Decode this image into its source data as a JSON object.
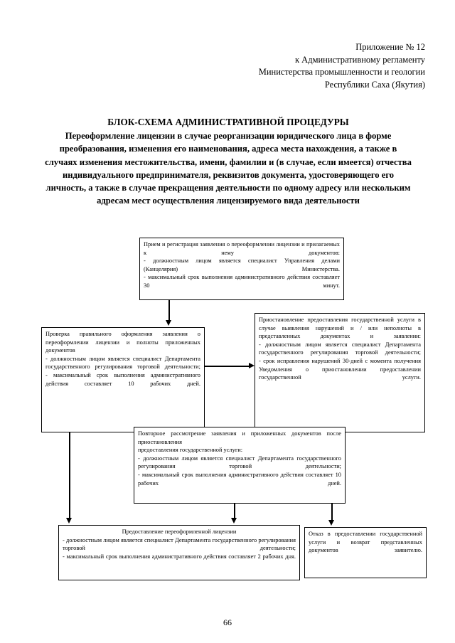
{
  "header": {
    "lines": [
      "Приложение № 12",
      "к Административному регламенту",
      "Министерства промышленности и геологии",
      "Республики Саха (Якутия)"
    ]
  },
  "title": {
    "main": "БЛОК-СХЕМА АДМИНИСТРАТИВНОЙ ПРОЦЕДУРЫ",
    "subtitle": "Переоформление лицензии в случае реорганизации юридического лица в форме преобразования, изменения его наименования, адреса места нахождения, а также в случаях изменения местожительства, имени, фамилии и (в случае, если имеется) отчества индивидуального предпринимателя, реквизитов документа, удостоверяющего его личность, а также в случае прекращения деятельности по одному адресу или нескольким адресам мест осуществления лицензируемого вида деятельности"
  },
  "flowchart": {
    "boxes": {
      "intake": {
        "lines": [
          "Прием и регистрация заявления о переоформлении лицензии и прилагаемых к нему документов:",
          "- должностным лицом является специалист Управления делами (Канцелярия) Министерства.",
          "- максимальный срок выполнения административного действия составляет 30 минут."
        ]
      },
      "check": {
        "lines": [
          "Проверка правильного оформления заявления о переоформлении лицензии и полноты приложенных документов",
          "- должностным лицом является специалист Департамента государственного регулирования торговой деятельности;",
          "- максимальный срок выполнения административного действия составляет 10 рабочих дней."
        ]
      },
      "suspend": {
        "lines": [
          "Приостановление предоставления государственной услуги в случае выявления нарушений и / или неполноты в представленных документах и заявлении:",
          "- должностным лицом является специалист Департамента государственного регулирования торговой деятельности;",
          "- срок исправления нарушений 30-дней с момента получения Уведомления о приостановлении предоставлении государственной услуги."
        ]
      },
      "review": {
        "lines": [
          "Повторное рассмотрение заявления и приложенных документов после приостановления",
          "предоставления государственной услуги:",
          "- должностным лицом является специалист Департамента государственного регулирования торговой деятельности;",
          "- максимальный срок выполнения административного действия составляет 10 рабочих дней."
        ]
      },
      "grant": {
        "heading": "Предоставление переоформленной лицензии",
        "lines": [
          "- должностным лицом является специалист Департамента государственного регулирования торговой деятельности;",
          "- максимальный срок выполнения административного действия составляет 2 рабочих дня."
        ]
      },
      "refuse": {
        "lines": [
          "Отказ в предоставлении государственной услуги и возврат представленных документов заявителю."
        ]
      }
    }
  },
  "footer": {
    "page_number": "66"
  }
}
